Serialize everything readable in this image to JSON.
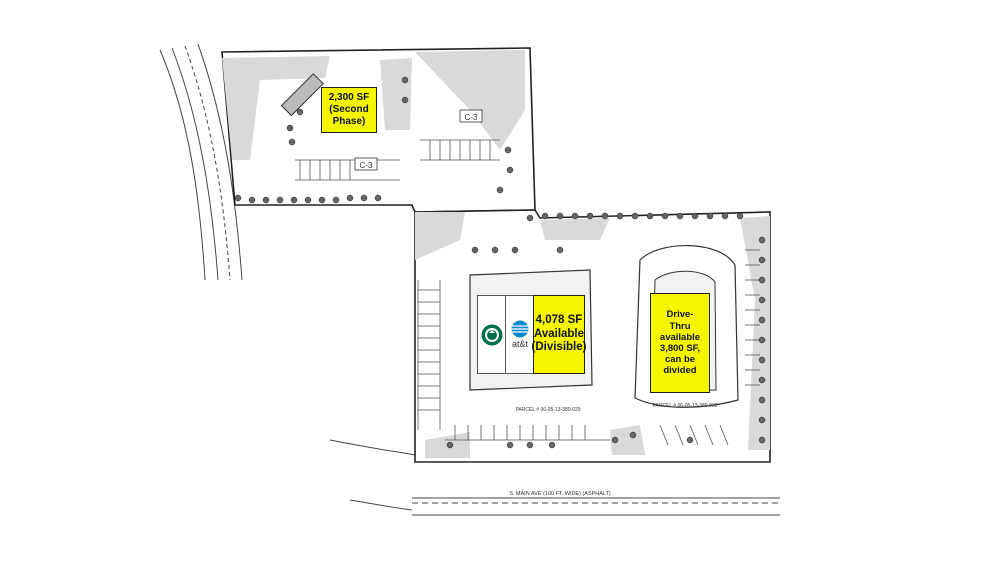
{
  "map": {
    "zone_labels": [
      "C-3",
      "C-3"
    ],
    "street_label": "S. MAIN AVE (100 FT. WIDE) (ASPHALT)",
    "parcel_labels": [
      "PARCEL # 06-05-13-380-029",
      "PARCEL # 06-05-13-380-030"
    ],
    "spaces": {
      "second_phase": [
        "2,300 SF",
        "(Second",
        "Phase)"
      ],
      "main_available": [
        "4,078 SF",
        "Available",
        "(Divisible)"
      ],
      "drive_thru": [
        "Drive-",
        "Thru",
        "available",
        "3,800 SF,",
        "can be",
        "divided"
      ]
    },
    "tenants": [
      {
        "name": "Starbucks",
        "icon": "starbucks-logo-icon",
        "color": "#00704a"
      },
      {
        "name": "at&t",
        "icon": "att-globe-icon",
        "color": "#0a8ad0"
      }
    ],
    "colors": {
      "available_highlight": "#f5f500",
      "shaded_area": "#d9d9d9",
      "linework": "#333333"
    }
  }
}
